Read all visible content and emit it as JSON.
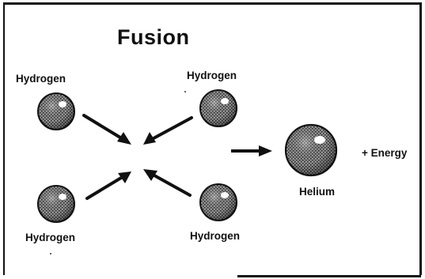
{
  "title": "Fusion",
  "labels": {
    "hydrogen_top_left": "Hydrogen",
    "hydrogen_top_right": "Hydrogen",
    "hydrogen_bottom_left": "Hydrogen",
    "hydrogen_bottom_right": "Hydrogen",
    "helium": "Helium",
    "energy": "+ Energy"
  },
  "colors": {
    "ink": "#111111",
    "sphere_mid": "#8c8c8c",
    "sphere_dark": "#2e2e2e",
    "highlight": "#ffffff"
  }
}
